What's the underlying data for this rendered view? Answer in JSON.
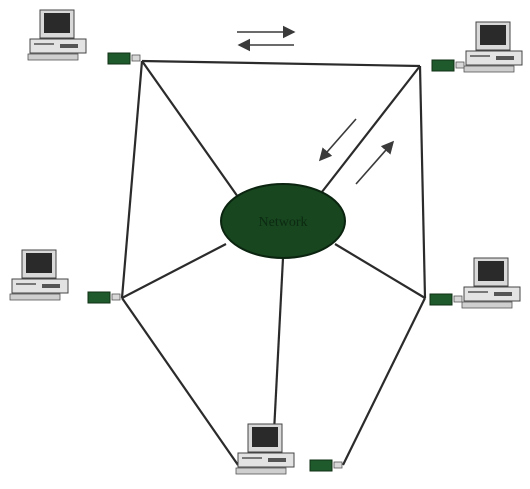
{
  "hub": {
    "label": "Network",
    "color": "#17461f"
  },
  "nodes": [
    {
      "id": "top-left"
    },
    {
      "id": "top-right"
    },
    {
      "id": "middle-left"
    },
    {
      "id": "middle-right"
    },
    {
      "id": "bottom-center"
    }
  ],
  "icons": {
    "computer": "desktop-computer-icon",
    "modem": "modem-icon",
    "arrows": "double-arrow-icon"
  },
  "colors": {
    "line": "#2b2b2b",
    "monitor": "#d9d9d9",
    "screen": "#2a2a2a",
    "modem": "#1f5a2c"
  }
}
